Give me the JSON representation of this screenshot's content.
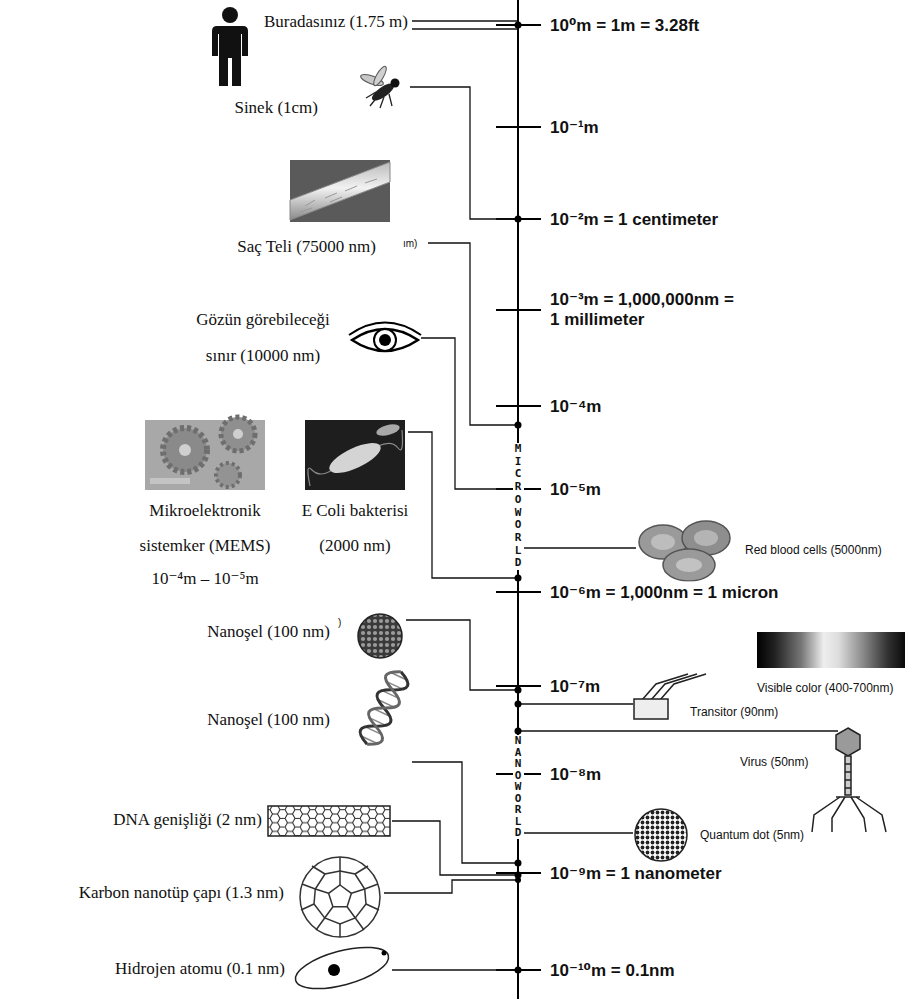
{
  "diagram": {
    "labels": [
      "Buradasınız (1.75 m)",
      "10⁰m = 1m = 3.28ft",
      "Sinek (1cm)",
      "10⁻¹m",
      "10⁻²m = 1 centimeter",
      "Saç Teli (75000 nm)",
      "ım)",
      "10⁻³m = 1,000,000nm = 1 millimeter",
      "Gözün görebileceği sınır (10000 nm)",
      "10⁻⁴m",
      "MICROWORLD",
      "10⁻⁵m",
      "Mikroelektronik sistemker (MEMS)",
      "E Coli bakterisi (2000 nm)",
      "Red blood cells (5000nm)",
      "10⁻⁴m – 10⁻⁵m",
      "10⁻⁶m = 1,000nm = 1 micron",
      "Nanoşel (100 nm)",
      ")",
      "10⁻⁷m",
      "Visible color (400-700nm)",
      "Transitor (90nm)",
      "Nanoşel (100 nm)",
      "Virus (50nm)",
      "NANOWORLD",
      "10⁻⁸m",
      "DNA genişliği (2 nm)",
      "Quantum dot (5nm)",
      "10⁻⁹m = 1 nanometer",
      "Karbon nanotüp çapı (1.3 nm)",
      "Hidrojen atomu (0.1 nm)",
      "10⁻¹⁰m = 0.1nm"
    ]
  }
}
